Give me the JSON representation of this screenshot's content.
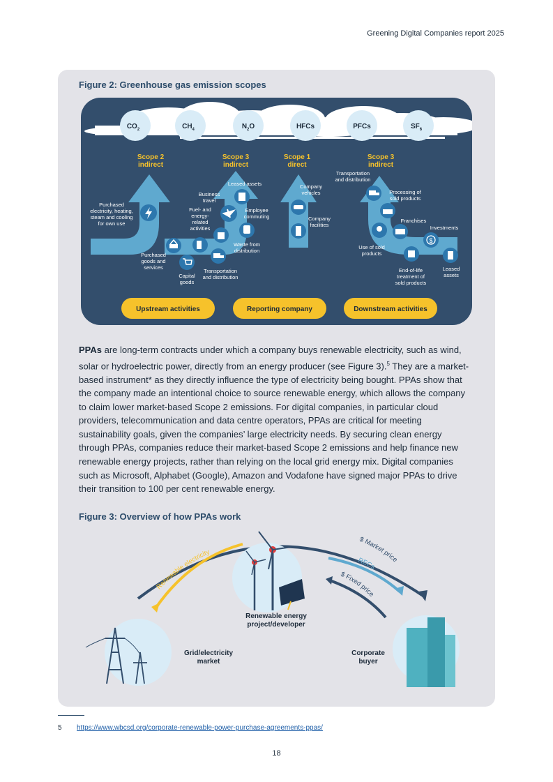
{
  "header": {
    "title": "Greening Digital Companies report 2025"
  },
  "figure2": {
    "title": "Figure 2: Greenhouse gas emission scopes",
    "gases": [
      {
        "base": "CO",
        "sub": "2"
      },
      {
        "base": "CH",
        "sub": "4"
      },
      {
        "base": "N",
        "sub": "2",
        "rest": "O"
      },
      {
        "base": "HFCs",
        "sub": ""
      },
      {
        "base": "PFCs",
        "sub": ""
      },
      {
        "base": "SF",
        "sub": "6"
      }
    ],
    "scope2": {
      "line1": "Scope 2",
      "line2": "indirect"
    },
    "scope3_up": {
      "line1": "Scope 3",
      "line2": "indirect"
    },
    "scope1": {
      "line1": "Scope 1",
      "line2": "direct"
    },
    "scope3_down": {
      "line1": "Scope 3",
      "line2": "indirect"
    },
    "labels": {
      "purchased_electricity": [
        "Purchased",
        "electricity, heating,",
        "steam and cooling",
        "for own use"
      ],
      "purchased_goods": [
        "Purchased",
        "goods and",
        "services"
      ],
      "capital_goods": [
        "Capital",
        "goods"
      ],
      "fuel_energy": [
        "Fuel- and",
        "energy-",
        "related",
        "activities"
      ],
      "business_travel": [
        "Business",
        "travel"
      ],
      "leased_assets_up": [
        "Leased assets"
      ],
      "employee_commuting": [
        "Employee",
        "commuting"
      ],
      "waste": [
        "Waste from",
        "distribution"
      ],
      "transport_up": [
        "Transportation",
        "and distribution"
      ],
      "company_vehicles": [
        "Company",
        "vehicles"
      ],
      "company_facilities": [
        "Company",
        "facilities"
      ],
      "transport_down": [
        "Transportation",
        "and distribution"
      ],
      "processing": [
        "Processing of",
        "sold products"
      ],
      "franchises": [
        "Franchises"
      ],
      "investments": [
        "Investments"
      ],
      "use_sold": [
        "Use of sold",
        "products"
      ],
      "end_of_life": [
        "End-of-life",
        "treatment of",
        "sold products"
      ],
      "leased_assets_down": [
        "Leased",
        "assets"
      ]
    },
    "buttons": {
      "upstream": "Upstream activities",
      "reporting": "Reporting company",
      "downstream": "Downstream activities"
    }
  },
  "body": {
    "lead": "PPAs",
    "text1": " are long-term contracts under which a company buys renewable electricity, such as wind, solar or hydroelectric power, directly from an energy producer (see Figure 3).",
    "footnote_ref": "5",
    "text2": " They are a market-based instrument* as they directly influence the type of electricity being bought. PPAs show that the company made an intentional choice to source renewable energy, which allows the company to claim lower market-based Scope 2 emissions. For digital companies, in particular cloud providers, telecommunication and data centre operators, PPAs are critical for meeting sustainability goals, given the companies’ large electricity needs. By securing clean energy through PPAs, companies reduce their market-based Scope 2 emissions and help finance new renewable energy projects, rather than relying on the local grid energy mix. Digital companies such as Microsoft, Alphabet (Google), Amazon and Vodafone have signed major PPAs to drive their transition to 100 per cent renewable energy."
  },
  "figure3": {
    "title": "Figure 3: Overview of how PPAs work",
    "renewable_electricity": "Renewable electricity",
    "market_price": "$ Market price",
    "recs": "RECs",
    "fixed_price": "$ Fixed price",
    "developer": [
      "Renewable energy",
      "project/developer"
    ],
    "grid": [
      "Grid/electricity",
      "market"
    ],
    "buyer": [
      "Corporate",
      "buyer"
    ]
  },
  "footnote": {
    "number": "5",
    "link": "https://www.wbcsd.org/corporate-renewable-power-purchase-agreements-ppas/"
  },
  "page_number": "18",
  "colors": {
    "panel": "#e3e3e8",
    "navy": "#334e6c",
    "arrow_blue": "#5fa9cf",
    "yellow": "#f6c22b",
    "cloud": "#ffffff",
    "bubble": "#d9ecf7",
    "title_blue": "#2e4d6b"
  }
}
